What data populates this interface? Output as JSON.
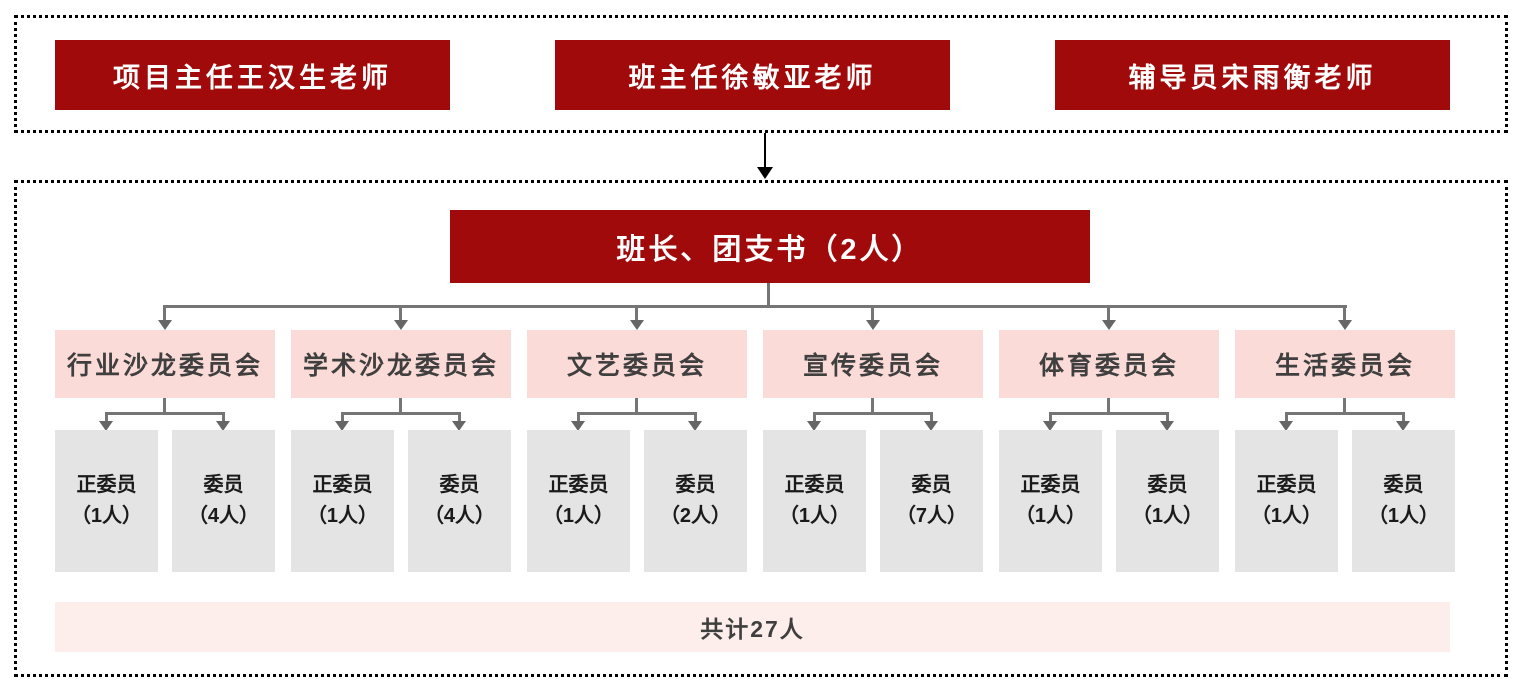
{
  "faculty_row": {
    "boxes": [
      {
        "label": "项目主任王汉生老师"
      },
      {
        "label": "班主任徐敏亚老师"
      },
      {
        "label": "辅导员宋雨衡老师"
      }
    ]
  },
  "leader": {
    "label": "班长、团支书（2人）"
  },
  "committees": [
    {
      "label": "行业沙龙委员会",
      "members": [
        {
          "role": "正委员",
          "count": "（1人）"
        },
        {
          "role": "委员",
          "count": "（4人）"
        }
      ]
    },
    {
      "label": "学术沙龙委员会",
      "members": [
        {
          "role": "正委员",
          "count": "（1人）"
        },
        {
          "role": "委员",
          "count": "（4人）"
        }
      ]
    },
    {
      "label": "文艺委员会",
      "members": [
        {
          "role": "正委员",
          "count": "（1人）"
        },
        {
          "role": "委员",
          "count": "（2人）"
        }
      ]
    },
    {
      "label": "宣传委员会",
      "members": [
        {
          "role": "正委员",
          "count": "（1人）"
        },
        {
          "role": "委员",
          "count": "（7人）"
        }
      ]
    },
    {
      "label": "体育委员会",
      "members": [
        {
          "role": "正委员",
          "count": "（1人）"
        },
        {
          "role": "委员",
          "count": "（1人）"
        }
      ]
    },
    {
      "label": "生活委员会",
      "members": [
        {
          "role": "正委员",
          "count": "（1人）"
        },
        {
          "role": "委员",
          "count": "（1人）"
        }
      ]
    }
  ],
  "total": {
    "label": "共计27人"
  },
  "colors": {
    "dark_red": "#A00A0A",
    "pink": "#FBDBD8",
    "light_pink_strip": "#FDEDEB",
    "gray_box": "#E4E4E4",
    "connector_gray": "#757575",
    "committee_text": "#3F3F3F",
    "arrow_black": "#000000"
  }
}
